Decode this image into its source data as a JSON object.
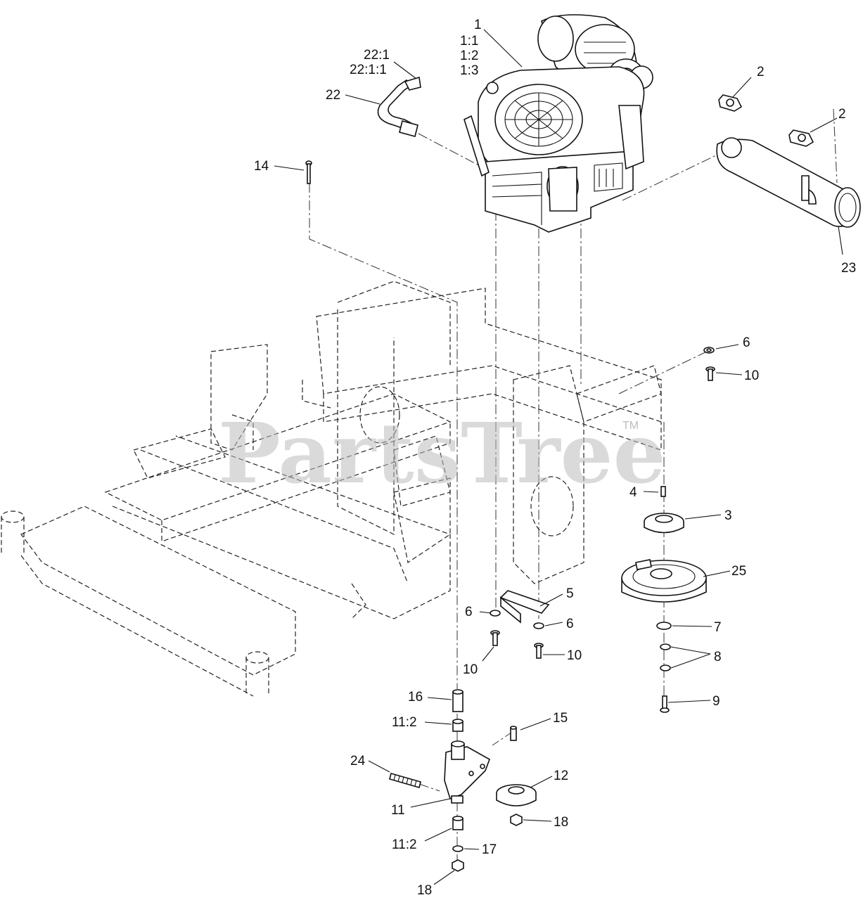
{
  "diagram": {
    "watermark": "PartsTree",
    "watermark_tm": "TM",
    "callouts": [
      {
        "id": "c-1",
        "label": "1"
      },
      {
        "id": "c-1-1",
        "label": "1:1"
      },
      {
        "id": "c-1-2",
        "label": "1:2"
      },
      {
        "id": "c-1-3",
        "label": "1:3"
      },
      {
        "id": "c-22-1",
        "label": "22:1"
      },
      {
        "id": "c-22-1-1",
        "label": "22:1:1"
      },
      {
        "id": "c-22",
        "label": "22"
      },
      {
        "id": "c-2a",
        "label": "2"
      },
      {
        "id": "c-2b",
        "label": "2"
      },
      {
        "id": "c-14",
        "label": "14"
      },
      {
        "id": "c-23",
        "label": "23"
      },
      {
        "id": "c-6a",
        "label": "6"
      },
      {
        "id": "c-10a",
        "label": "10"
      },
      {
        "id": "c-4",
        "label": "4"
      },
      {
        "id": "c-3",
        "label": "3"
      },
      {
        "id": "c-25",
        "label": "25"
      },
      {
        "id": "c-5",
        "label": "5"
      },
      {
        "id": "c-6b",
        "label": "6"
      },
      {
        "id": "c-6c",
        "label": "6"
      },
      {
        "id": "c-7",
        "label": "7"
      },
      {
        "id": "c-8",
        "label": "8"
      },
      {
        "id": "c-10b",
        "label": "10"
      },
      {
        "id": "c-10c",
        "label": "10"
      },
      {
        "id": "c-9",
        "label": "9"
      },
      {
        "id": "c-16",
        "label": "16"
      },
      {
        "id": "c-15",
        "label": "15"
      },
      {
        "id": "c-11-2a",
        "label": "11:2"
      },
      {
        "id": "c-24",
        "label": "24"
      },
      {
        "id": "c-12",
        "label": "12"
      },
      {
        "id": "c-11",
        "label": "11"
      },
      {
        "id": "c-18a",
        "label": "18"
      },
      {
        "id": "c-11-2b",
        "label": "11:2"
      },
      {
        "id": "c-17",
        "label": "17"
      },
      {
        "id": "c-18b",
        "label": "18"
      }
    ]
  }
}
